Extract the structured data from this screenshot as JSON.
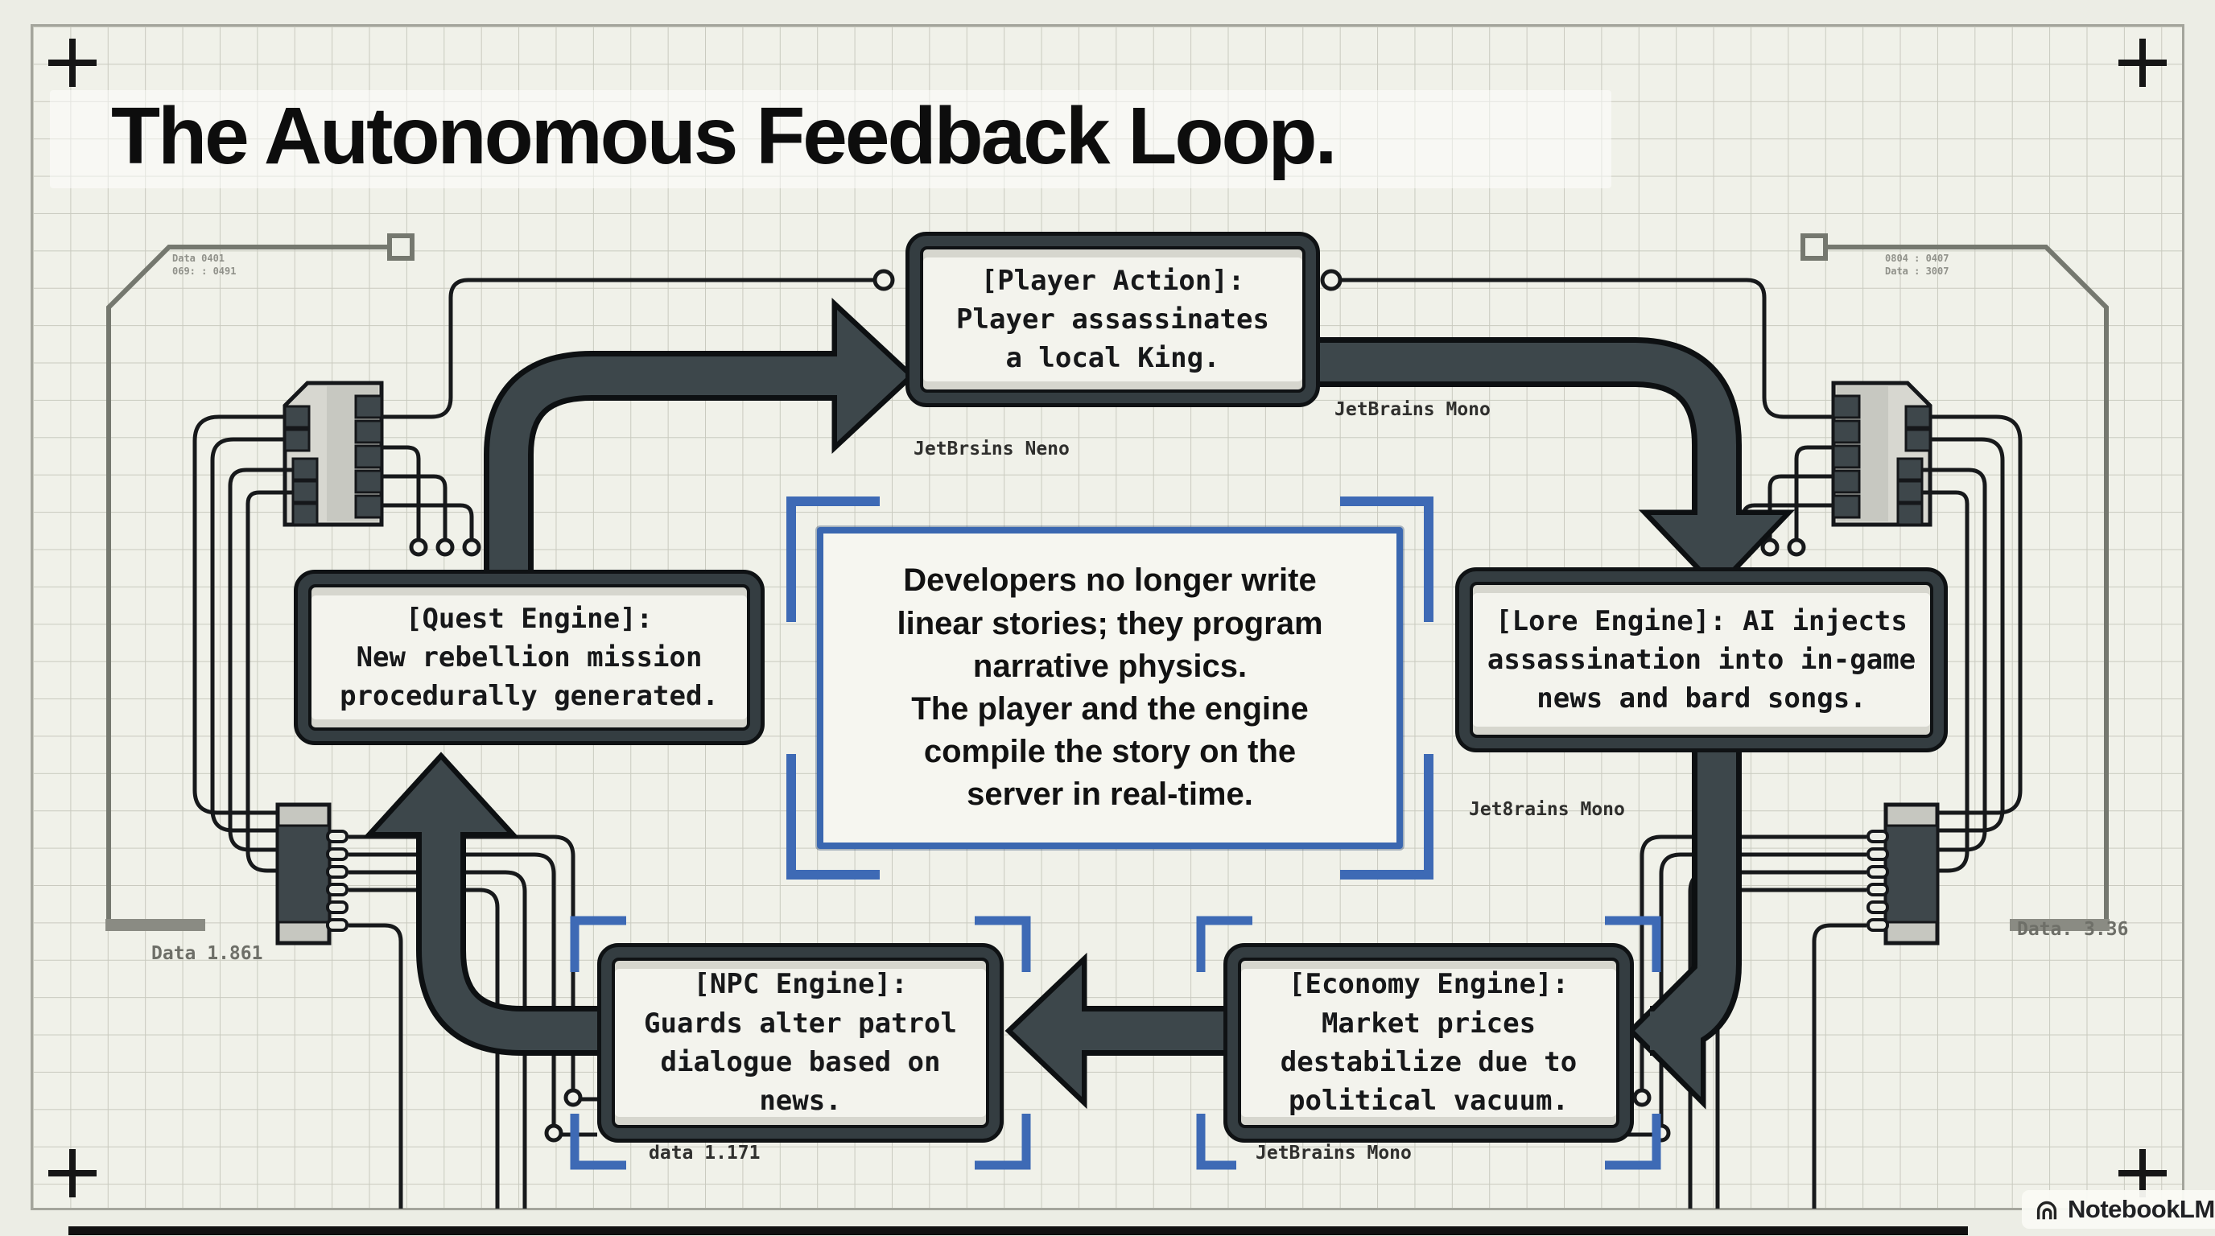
{
  "title": "The Autonomous Feedback Loop.",
  "nodes": {
    "player_action": {
      "text": "[Player Action]:\nPlayer assassinates\na local King."
    },
    "quest_engine": {
      "text": "[Quest Engine]:\nNew rebellion mission\nprocedurally generated."
    },
    "lore_engine": {
      "text": "[Lore Engine]: AI injects\nassassination into in-game\nnews and bard songs."
    },
    "npc_engine": {
      "text": "[NPC Engine]:\nGuards alter patrol\ndialogue based on\nnews."
    },
    "economy_engine": {
      "text": "[Economy Engine]:\nMarket prices\ndestabilize due to\npolitical vacuum."
    }
  },
  "callout": {
    "text": "Developers no longer write\nlinear stories; they program\nnarrative physics.\nThe player and the engine\ncompile the story on the\nserver in real-time."
  },
  "flow": [
    {
      "from": "quest_engine",
      "to": "player_action"
    },
    {
      "from": "player_action",
      "to": "lore_engine"
    },
    {
      "from": "lore_engine",
      "to": "economy_engine"
    },
    {
      "from": "economy_engine",
      "to": "npc_engine"
    },
    {
      "from": "npc_engine",
      "to": "quest_engine"
    }
  ],
  "annotations": {
    "player_below": "JetBrsins Neno",
    "player_right": "JetBrains Mono",
    "lore_below": "Jet8rains Mono",
    "economy_below": "JetBrains Mono",
    "npc_below": "data 1.171",
    "data_left": "Data 1.861",
    "data_right": "Data. 3.36",
    "outline_left": "Data  0401\n069: : 0491",
    "outline_right": "0804 : 0407\nData : 3007"
  },
  "brand": {
    "name": "NotebookLM"
  },
  "colors": {
    "arrow": "#3d474b",
    "outline_black": "#0d1012",
    "accent_blue": "#3a67b0",
    "paper": "#f0f1e9",
    "grid_line": "#c9cabf",
    "ink": "#0d0d0d"
  }
}
